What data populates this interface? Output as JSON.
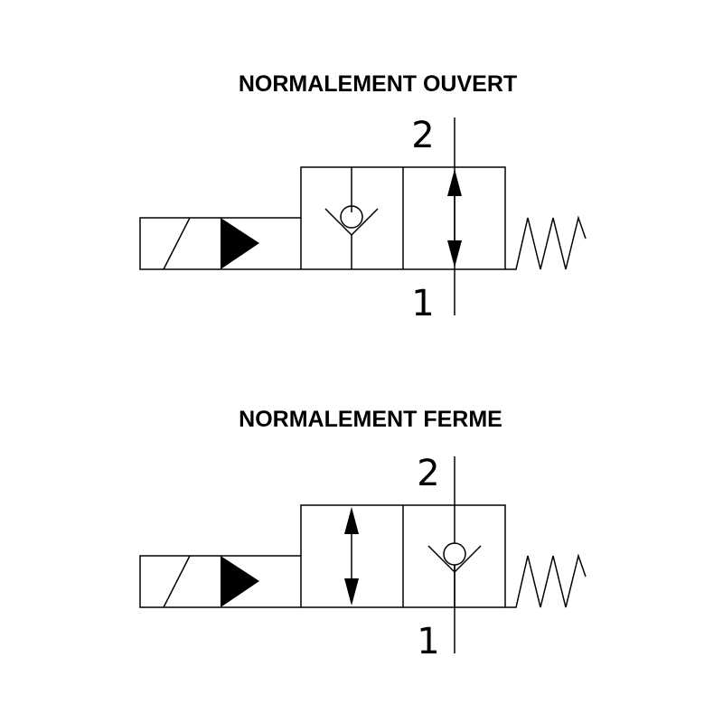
{
  "diagrams": [
    {
      "title": "NORMALEMENT OUVERT",
      "port_top": "2",
      "port_bottom": "1"
    },
    {
      "title": "NORMALEMENT FERME",
      "port_top": "2",
      "port_bottom": "1"
    }
  ],
  "colors": {
    "stroke": "#000000",
    "background": "#ffffff"
  }
}
